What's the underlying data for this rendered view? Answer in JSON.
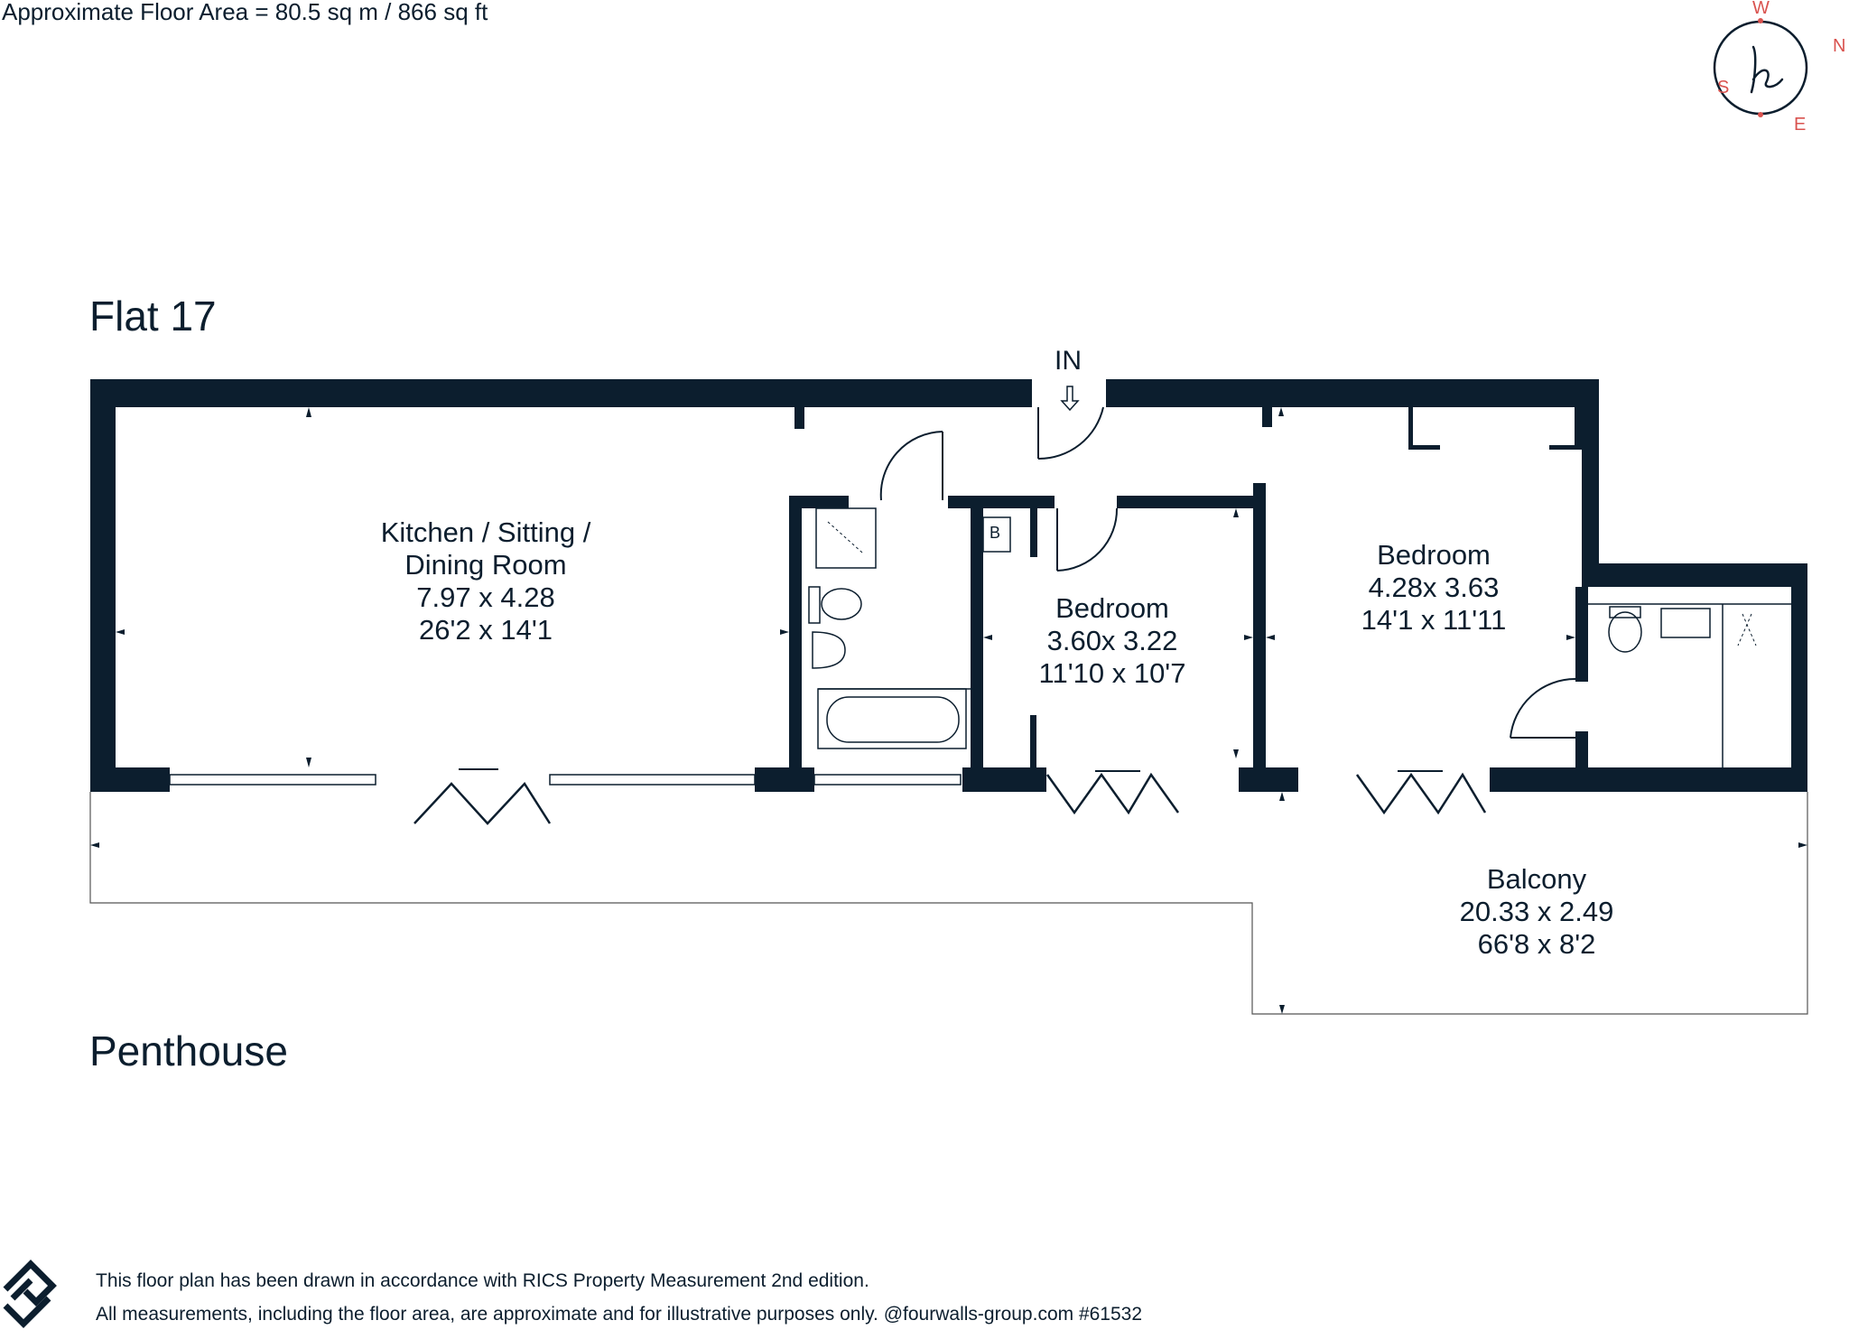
{
  "header": {
    "floor_area": "Approximate Floor Area = 80.5 sq m / 866 sq ft"
  },
  "plan": {
    "title": "Flat 17",
    "subtitle": "Penthouse",
    "entrance_label": "IN",
    "rooms": [
      {
        "name": [
          "Kitchen / Sitting /",
          "Dining Room"
        ],
        "metric": "7.97 x 4.28",
        "imperial": "26'2 x 14'1"
      },
      {
        "name": [
          "Bedroom"
        ],
        "metric": "3.60x 3.22",
        "imperial": "11'10 x 10'7"
      },
      {
        "name": [
          "Bedroom"
        ],
        "metric": "4.28x 3.63",
        "imperial": "14'1 x 11'11"
      },
      {
        "name": [
          "Balcony"
        ],
        "metric": "20.33 x 2.49",
        "imperial": "66'8 x 8'2"
      }
    ],
    "boiler_label": "B"
  },
  "compass": {
    "north": "N",
    "south": "S",
    "east": "E",
    "west": "W",
    "accent_color": "#d9534f"
  },
  "footer": {
    "line1": "This floor plan has been drawn in accordance with RICS Property Measurement 2nd edition.",
    "line2": "All measurements, including the floor area, are approximate and for illustrative purposes only. @fourwalls-group.com #61532"
  },
  "colors": {
    "wall": "#0c1e2e",
    "line": "#0c1e2e"
  }
}
